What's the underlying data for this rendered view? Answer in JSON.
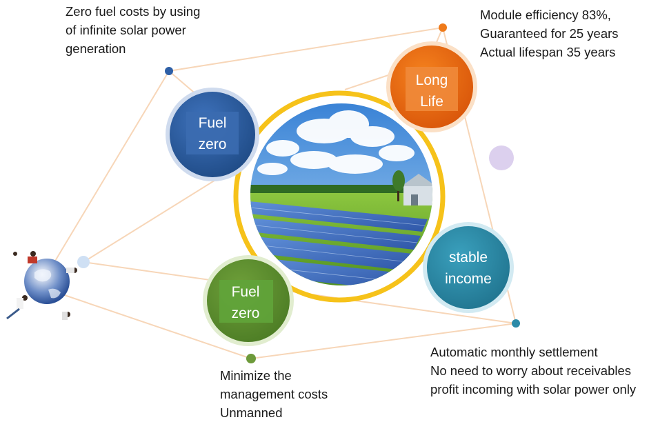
{
  "notes": {
    "top_left": [
      "Zero fuel costs by using",
      "of infinite solar power",
      "generation"
    ],
    "top_right": [
      "Module efficiency 83%,",
      "Guaranteed for 25 years",
      "Actual lifespan 35 years"
    ],
    "bottom_left": [
      "Minimize the",
      "management costs",
      "Unmanned"
    ],
    "bottom_right": [
      "Automatic monthly settlement",
      "No need to worry about receivables",
      "profit incoming with solar power only"
    ]
  },
  "bubbles": {
    "fuel_zero_top": {
      "lines": [
        "Fuel",
        "zero"
      ],
      "color": "#2b5a9c"
    },
    "long_life": {
      "lines": [
        "Long",
        "Life"
      ],
      "color": "#ec6a10"
    },
    "stable_income": {
      "lines": [
        "stable",
        "income"
      ],
      "color": "#2b8aa8"
    },
    "fuel_zero_bottom": {
      "lines": [
        "Fuel",
        "zero"
      ],
      "color": "#5b8c2f"
    }
  },
  "colors": {
    "ring": "#f6c21a",
    "connector": "#f7d6b8",
    "dot_blue": "#2e5fa6",
    "dot_orange": "#ef7a1a",
    "dot_teal": "#2b8aa8",
    "dot_green": "#6d9a3a",
    "dot_lavender": "#dcd0ee",
    "dot_lightblue": "#cfe0f4"
  },
  "icons": {
    "center_image": "solar-farm-photo",
    "globe": "globe-with-people-icon"
  }
}
